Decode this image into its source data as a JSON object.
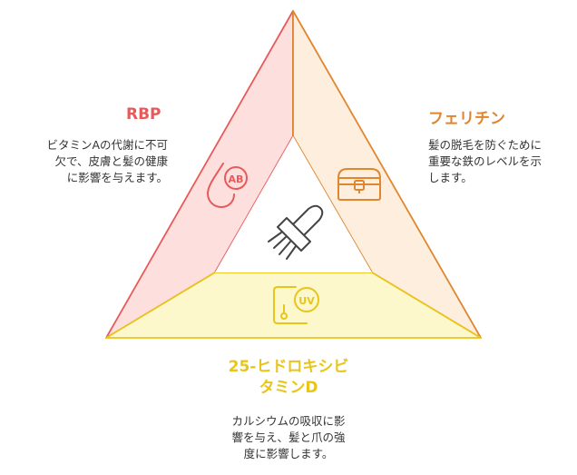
{
  "segments": {
    "rbp": {
      "title": "RBP",
      "color": "#e85a5a",
      "fill": "#fde0de",
      "icon": "blood-drop-ab-icon",
      "description_lines": [
        "ビタミンAの代謝に不可",
        "欠で、皮膚と髪の健康",
        "に影響を与えます。"
      ]
    },
    "ferritin": {
      "title": "フェリチン",
      "color": "#e0862f",
      "fill": "#fdeedd",
      "icon": "treasure-chest-icon",
      "description_lines": [
        "髪の脱毛を防ぐために",
        "重要な鉄のレベルを示",
        "します。"
      ]
    },
    "vitamin_d": {
      "title_lines": [
        "25-ヒドロキシビ",
        "タミンD"
      ],
      "color": "#e8c51a",
      "fill": "#fdf7cc",
      "icon": "uv-device-icon",
      "description_lines": [
        "カルシウムの吸収に影",
        "響を与え、髪と爪の強",
        "度に影響します。"
      ]
    },
    "center": {
      "icon": "hair-brush-icon"
    }
  }
}
